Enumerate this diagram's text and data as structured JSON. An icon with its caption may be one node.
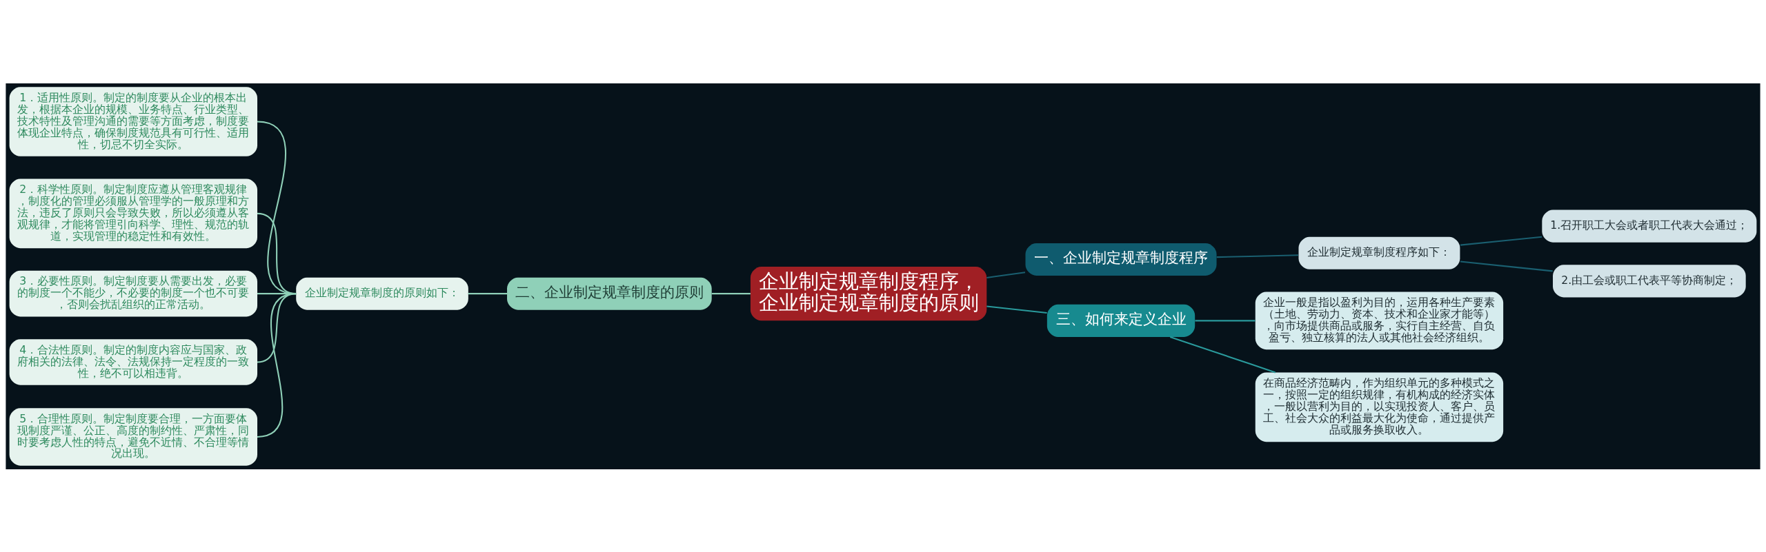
{
  "diagram": {
    "nodes": [
      {
        "text": [
          "企业制定规章制度程序，企业制定规章制度的原则"
        ]
      },
      {
        "text": [
          "一、企业制定规章制度程序"
        ]
      },
      {
        "text": [
          "企业制定规章制度程序如下："
        ]
      },
      {
        "text": [
          "1.召开职工大会或者职工代表大会通过；"
        ]
      },
      {
        "text": [
          "2.由工会或职工代表平等协商制定；"
        ]
      },
      {
        "text": [
          "二、企业制定规章制度的原则"
        ]
      },
      {
        "text": [
          "企业制定规章制度的原则如下："
        ]
      },
      {
        "text": [
          "1．适用性原则。制定的制度要从企业的根本出发，根据本企业的规模、业务特点、行业类型、技术特性及管理沟通的需要等方面考虑，制度要体现企业特点，确保制度规范具有可行性、适用性，切忌不切全实际。"
        ]
      },
      {
        "text": [
          "2．科学性原则。制定制度应遵从管理客观规律，制度化的管理必须服从管理学的一般原理和方法，违反了原则只会导致失败，所以必须遵从客观规律，才能将管理引向科学、理性、规范的轨道，实现管理的稳定性和有效性。"
        ]
      },
      {
        "text": [
          "3．必要性原则。制定制度要从需要出发，必要的制度一个不能少，不必要的制度一个也不可要，否则会扰乱组织的正常活动。"
        ]
      },
      {
        "text": [
          "4．合法性原则。制定的制度内容应与国家、政府相关的法律、法令、法规保持一定程度的一致性，绝不可以相违背。"
        ]
      },
      {
        "text": [
          "5．合理性原则。制定制度要合理，一方面要体现制度严谨、公正、高度的制约性、严肃性，同时要考虑人性的特点，避免不近情、不合理等情况出现。"
        ]
      },
      {
        "text": [
          "三、如何来定义企业"
        ]
      },
      {
        "text": [
          "企业一般是指以盈利为目的，运用各种生产要素（土地、劳动力、资本、技术和企业家才能等），向市场提供商品或服务，实行自主经营、自负盈亏、独立核算的法人或其他社会经济组织。"
        ]
      },
      {
        "text": [
          "在商品经济范畴内，作为组织单元的多种模式之一，按照一定的组织规律，有机构成的经济实体，一般以营利为目的，以实现投资人、客户、员工、社会大众的利益最大化为使命，通过提供产品或服务换取收入。"
        ]
      }
    ],
    "edges": [
      {
        "from": 0,
        "to": 1,
        "arrow": "none",
        "color": "#1a5f70"
      },
      {
        "from": 1,
        "to": 2,
        "arrow": "none",
        "color": "#1a5f70"
      },
      {
        "from": 2,
        "to": 3,
        "arrow": "none",
        "color": "#1a5f70"
      },
      {
        "from": 2,
        "to": 4,
        "arrow": "none",
        "color": "#1a5f70"
      },
      {
        "from": 0,
        "to": 5,
        "arrow": "none"
      },
      {
        "from": 5,
        "to": 6,
        "arrow": "none"
      },
      {
        "from": 6,
        "to": 7,
        "arrow": "none"
      },
      {
        "from": 6,
        "to": 8,
        "arrow": "none"
      },
      {
        "from": 6,
        "to": 9,
        "arrow": "none"
      },
      {
        "from": 6,
        "to": 10,
        "arrow": "none"
      },
      {
        "from": 6,
        "to": 11,
        "arrow": "none"
      },
      {
        "from": 0,
        "to": 12,
        "arrow": "none",
        "color": "#2a9a9c"
      },
      {
        "from": 12,
        "to": 13,
        "arrow": "none",
        "color": "#2a9a9c"
      },
      {
        "from": 12,
        "to": 14,
        "arrow": "none",
        "color": "#2a9a9c"
      }
    ]
  }
}
